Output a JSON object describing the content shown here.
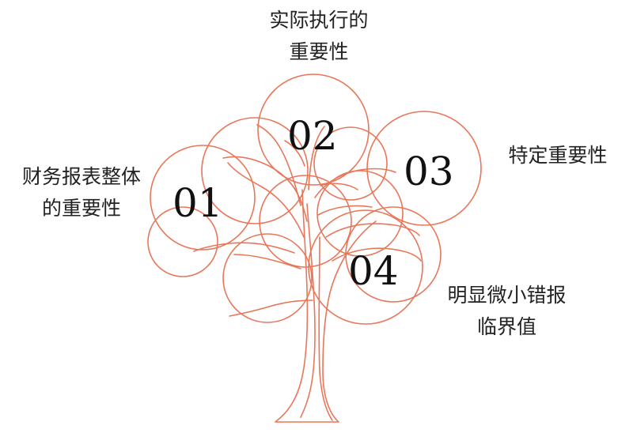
{
  "colors": {
    "stroke": "#e8775a",
    "text": "#222222"
  },
  "items": [
    {
      "number": "01",
      "label_line1": "财务报表整体",
      "label_line2": "的重要性"
    },
    {
      "number": "02",
      "label_line1": "实际执行的",
      "label_line2": "重要性"
    },
    {
      "number": "03",
      "label_line1": "特定重要性",
      "label_line2": ""
    },
    {
      "number": "04",
      "label_line1": "明显微小错报",
      "label_line2": "临界值"
    }
  ]
}
